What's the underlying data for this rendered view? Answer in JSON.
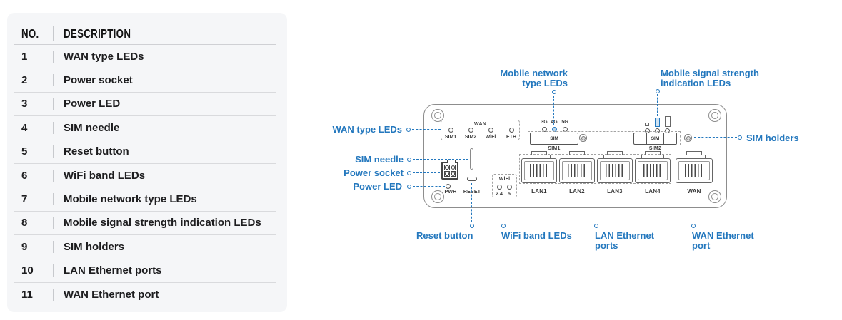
{
  "table": {
    "col_no": "NO.",
    "col_description": "DESCRIPTION",
    "rows": [
      {
        "no": "1",
        "desc": "WAN type LEDs"
      },
      {
        "no": "2",
        "desc": "Power socket"
      },
      {
        "no": "3",
        "desc": "Power LED"
      },
      {
        "no": "4",
        "desc": "SIM needle"
      },
      {
        "no": "5",
        "desc": "Reset button"
      },
      {
        "no": "6",
        "desc": "WiFi band LEDs"
      },
      {
        "no": "7",
        "desc": "Mobile network type LEDs"
      },
      {
        "no": "8",
        "desc": "Mobile signal strength indication LEDs"
      },
      {
        "no": "9",
        "desc": "SIM holders"
      },
      {
        "no": "10",
        "desc": "LAN Ethernet ports"
      },
      {
        "no": "11",
        "desc": "WAN Ethernet port"
      }
    ]
  },
  "diagram": {
    "callouts": {
      "wan_type_leds": "WAN type LEDs",
      "sim_needle": "SIM needle",
      "power_socket": "Power socket",
      "power_led": "Power LED",
      "reset_button": "Reset button",
      "wifi_band_leds": "WiFi band LEDs",
      "lan_ethernet_ports": "LAN Ethernet\nports",
      "wan_ethernet_port": "WAN Ethernet\nport",
      "mobile_network_type_leds": "Mobile network\ntype LEDs",
      "mobile_signal_strength_leds": "Mobile signal strength\nindication LEDs",
      "sim_holders": "SIM holders"
    },
    "device": {
      "wan_led_box": {
        "title": "WAN",
        "leds": [
          "SIM1",
          "SIM2",
          "WiFi",
          "ETH"
        ]
      },
      "mobile_type_leds": [
        "3G",
        "4G",
        "5G"
      ],
      "sim1": {
        "slot": "SIM",
        "label": "SIM1"
      },
      "sim2": {
        "slot": "SIM",
        "label": "SIM2"
      },
      "power_label": "PWR",
      "reset_label": "RESET",
      "wifi_box": {
        "title": "WiFi",
        "leds": [
          "2.4",
          "5"
        ]
      },
      "ports": [
        "LAN1",
        "LAN2",
        "LAN3",
        "LAN4",
        "WAN"
      ]
    },
    "colors": {
      "callout_blue": "#2478be",
      "line_gray": "#8d8d8d"
    }
  }
}
